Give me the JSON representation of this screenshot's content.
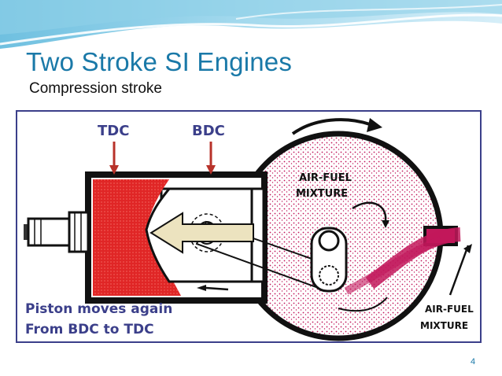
{
  "slide": {
    "title": "Two Stroke SI Engines",
    "subtitle": "Compression stroke",
    "page_number": "4"
  },
  "diagram": {
    "labels": {
      "tdc": "TDC",
      "bdc": "BDC",
      "mixture_top_line1": "AIR-FUEL",
      "mixture_top_line2": "MIXTURE",
      "mixture_right_line1": "AIR-FUEL",
      "mixture_right_line2": "MIXTURE",
      "caption_line1": "Piston moves again",
      "caption_line2": "From BDC to TDC"
    },
    "colors": {
      "accent_title": "#1a79a8",
      "frame": "#3b3f8a",
      "label_text": "#3b3f8a",
      "compressed_charge": "#e02626",
      "mixture_fill": "#c2185b",
      "arrow_tdc_bdc": "#b8322a",
      "piston_arrow_fill": "#ece3bf"
    }
  }
}
